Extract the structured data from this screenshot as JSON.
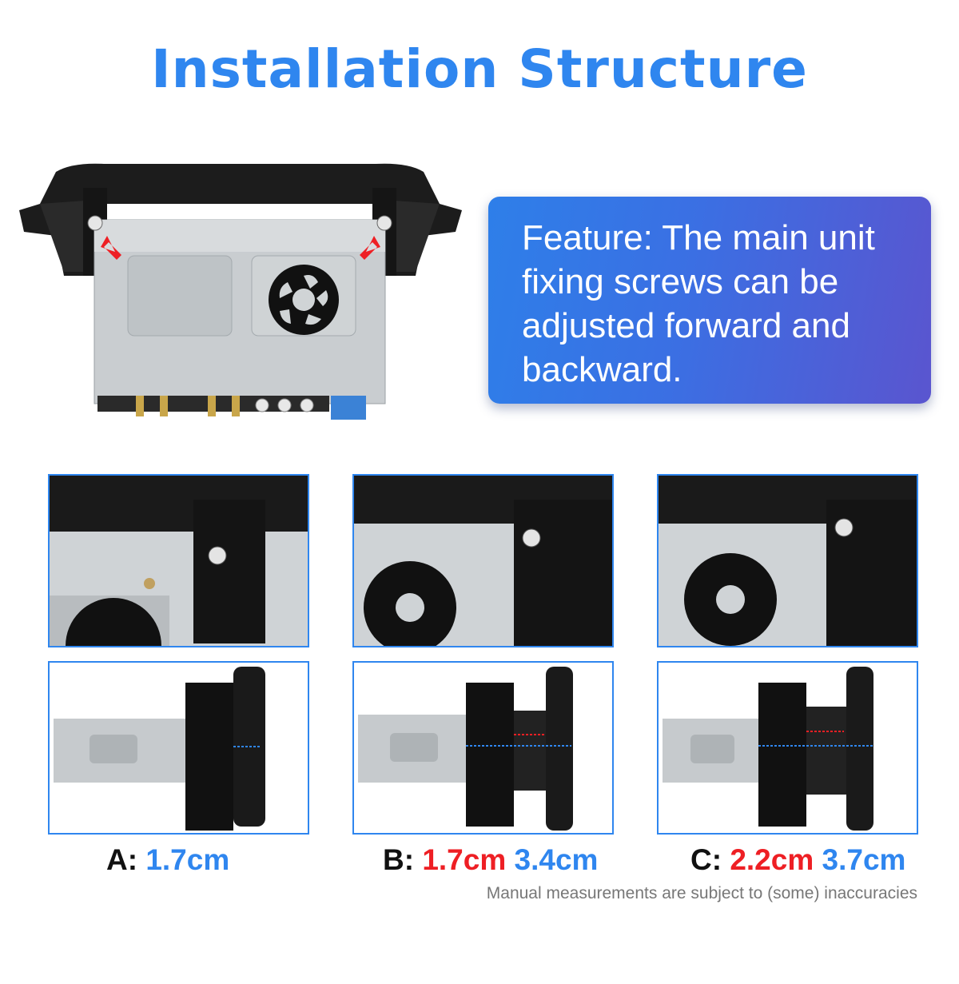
{
  "header": {
    "title": "Installation Structure"
  },
  "feature": {
    "text": "Feature: The main unit fixing screws can be adjusted forward and backward."
  },
  "options": [
    {
      "letter": "A:",
      "values": [
        {
          "text": "1.7cm",
          "color": "#2f86ef"
        }
      ]
    },
    {
      "letter": "B:",
      "values": [
        {
          "text": "1.7cm",
          "color": "#ee1f24"
        },
        {
          "text": "3.4cm",
          "color": "#2f86ef"
        }
      ]
    },
    {
      "letter": "C:",
      "values": [
        {
          "text": "2.2cm",
          "color": "#ee1f24"
        },
        {
          "text": "3.7cm",
          "color": "#2f86ef"
        }
      ]
    }
  ],
  "footnote": "Manual measurements are subject to (some) inaccuracies",
  "colors": {
    "accent_blue": "#2f86ef",
    "accent_red": "#ee1f24"
  }
}
